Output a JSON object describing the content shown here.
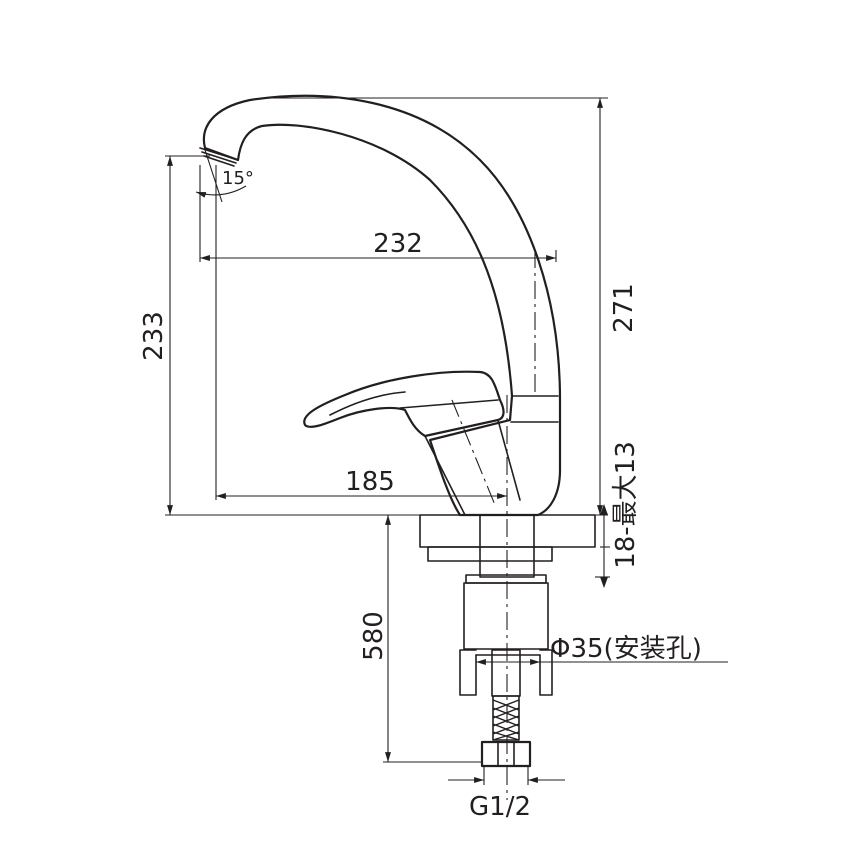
{
  "dimensions": {
    "total_height": "271",
    "spout_height": "233",
    "spout_reach": "232",
    "lever_reach": "185",
    "counter_thickness": "18-最大13",
    "hose_length": "580",
    "mount_hole": "Φ35(安装孔)",
    "thread": "G1/2",
    "spout_angle": "15°"
  }
}
